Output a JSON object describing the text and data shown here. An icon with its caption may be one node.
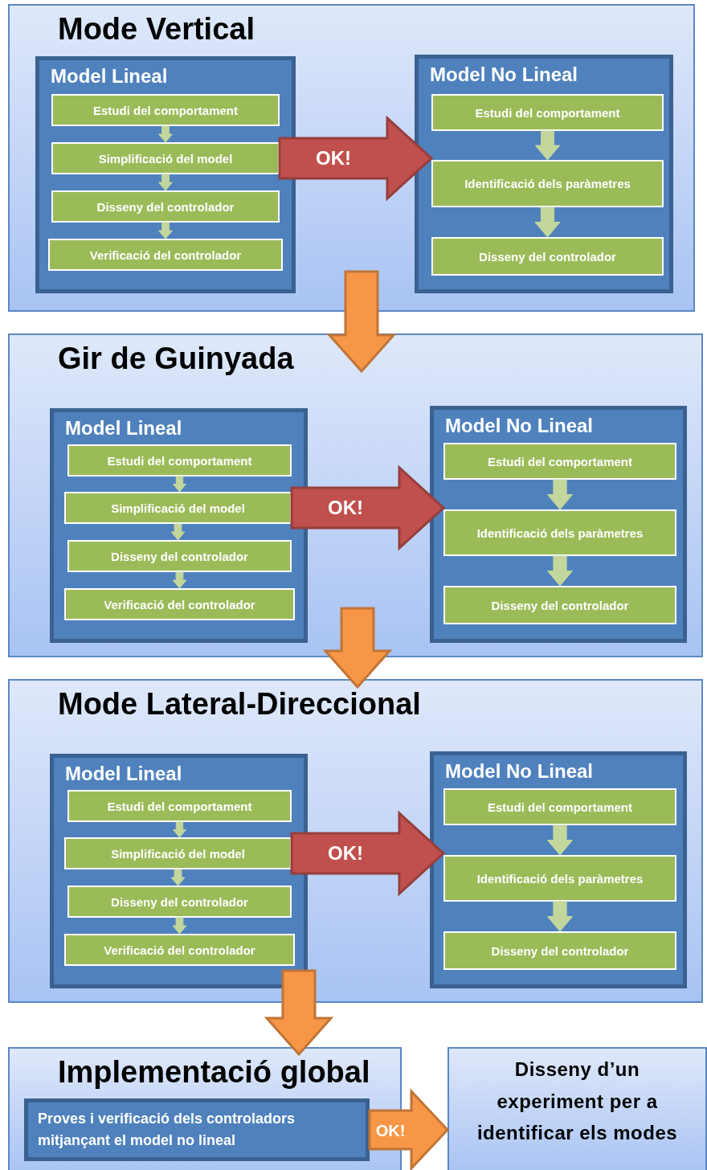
{
  "diagram": {
    "nodes": [
      {
        "text": [
          "Mode Vertical"
        ]
      },
      {
        "text": [
          "Model Lineal"
        ],
        "in": 0
      },
      {
        "text": [
          "Estudi del comportament"
        ],
        "in": 1
      },
      {
        "text": [
          "Simplificació del model"
        ],
        "in": 1
      },
      {
        "text": [
          "Disseny del controlador"
        ],
        "in": 1
      },
      {
        "text": [
          "Verificació del controlador"
        ],
        "in": 1
      },
      {
        "text": [
          "Model No Lineal"
        ],
        "in": 0
      },
      {
        "text": [
          "Estudi del comportament"
        ],
        "in": 6
      },
      {
        "text": [
          "Identificació dels paràmetres"
        ],
        "in": 6
      },
      {
        "text": [
          "Disseny del controlador"
        ],
        "in": 6
      },
      {
        "text": [
          "Gir de Guinyada"
        ]
      },
      {
        "text": [
          "Model Lineal"
        ],
        "in": 10
      },
      {
        "text": [
          "Estudi del comportament"
        ],
        "in": 11
      },
      {
        "text": [
          "Simplificació del model"
        ],
        "in": 11
      },
      {
        "text": [
          "Disseny del controlador"
        ],
        "in": 11
      },
      {
        "text": [
          "Verificació del controlador"
        ],
        "in": 11
      },
      {
        "text": [
          "Model No Lineal"
        ],
        "in": 10
      },
      {
        "text": [
          "Estudi del comportament"
        ],
        "in": 16
      },
      {
        "text": [
          "Identificació dels paràmetres"
        ],
        "in": 16
      },
      {
        "text": [
          "Disseny del controlador"
        ],
        "in": 16
      },
      {
        "text": [
          "Mode Lateral-Direccional"
        ]
      },
      {
        "text": [
          "Model Lineal"
        ],
        "in": 20
      },
      {
        "text": [
          "Estudi del comportament"
        ],
        "in": 21
      },
      {
        "text": [
          "Simplificació del model"
        ],
        "in": 21
      },
      {
        "text": [
          "Disseny del controlador"
        ],
        "in": 21
      },
      {
        "text": [
          "Verificació del controlador"
        ],
        "in": 21
      },
      {
        "text": [
          "Model No Lineal"
        ],
        "in": 20
      },
      {
        "text": [
          "Estudi del comportament"
        ],
        "in": 26
      },
      {
        "text": [
          "Identificació dels paràmetres"
        ],
        "in": 26
      },
      {
        "text": [
          "Disseny del controlador"
        ],
        "in": 26
      },
      {
        "text": [
          "Implementació global"
        ]
      },
      {
        "text": [
          "Proves i verificació dels controladors mitjançant el model no lineal"
        ],
        "in": 30
      },
      {
        "text": [
          "Disseny d’un experiment per a identificar els modes"
        ]
      }
    ],
    "edges": [
      {
        "from": 2,
        "to": 3,
        "arrow": "to"
      },
      {
        "from": 3,
        "to": 4,
        "arrow": "to"
      },
      {
        "from": 4,
        "to": 5,
        "arrow": "to"
      },
      {
        "from": 7,
        "to": 8,
        "arrow": "to"
      },
      {
        "from": 8,
        "to": 9,
        "arrow": "to"
      },
      {
        "from": 3,
        "to": 8,
        "arrow": "to",
        "label": "OK!",
        "style": "thick",
        "color": "#c0504d"
      },
      {
        "from": 12,
        "to": 13,
        "arrow": "to"
      },
      {
        "from": 13,
        "to": 14,
        "arrow": "to"
      },
      {
        "from": 14,
        "to": 15,
        "arrow": "to"
      },
      {
        "from": 17,
        "to": 18,
        "arrow": "to"
      },
      {
        "from": 18,
        "to": 19,
        "arrow": "to"
      },
      {
        "from": 13,
        "to": 18,
        "arrow": "to",
        "label": "OK!",
        "style": "thick",
        "color": "#c0504d"
      },
      {
        "from": 22,
        "to": 23,
        "arrow": "to"
      },
      {
        "from": 23,
        "to": 24,
        "arrow": "to"
      },
      {
        "from": 24,
        "to": 25,
        "arrow": "to"
      },
      {
        "from": 27,
        "to": 28,
        "arrow": "to"
      },
      {
        "from": 28,
        "to": 29,
        "arrow": "to"
      },
      {
        "from": 23,
        "to": 28,
        "arrow": "to",
        "label": "OK!",
        "style": "thick",
        "color": "#c0504d"
      },
      {
        "from": 0,
        "to": 10,
        "arrow": "to",
        "style": "thick",
        "color": "#f79646"
      },
      {
        "from": 10,
        "to": 20,
        "arrow": "to",
        "style": "thick",
        "color": "#f79646"
      },
      {
        "from": 20,
        "to": 30,
        "arrow": "to",
        "style": "thick",
        "color": "#f79646"
      },
      {
        "from": 31,
        "to": 32,
        "arrow": "to",
        "label": "OK!",
        "style": "thick",
        "color": "#f79646"
      }
    ]
  }
}
